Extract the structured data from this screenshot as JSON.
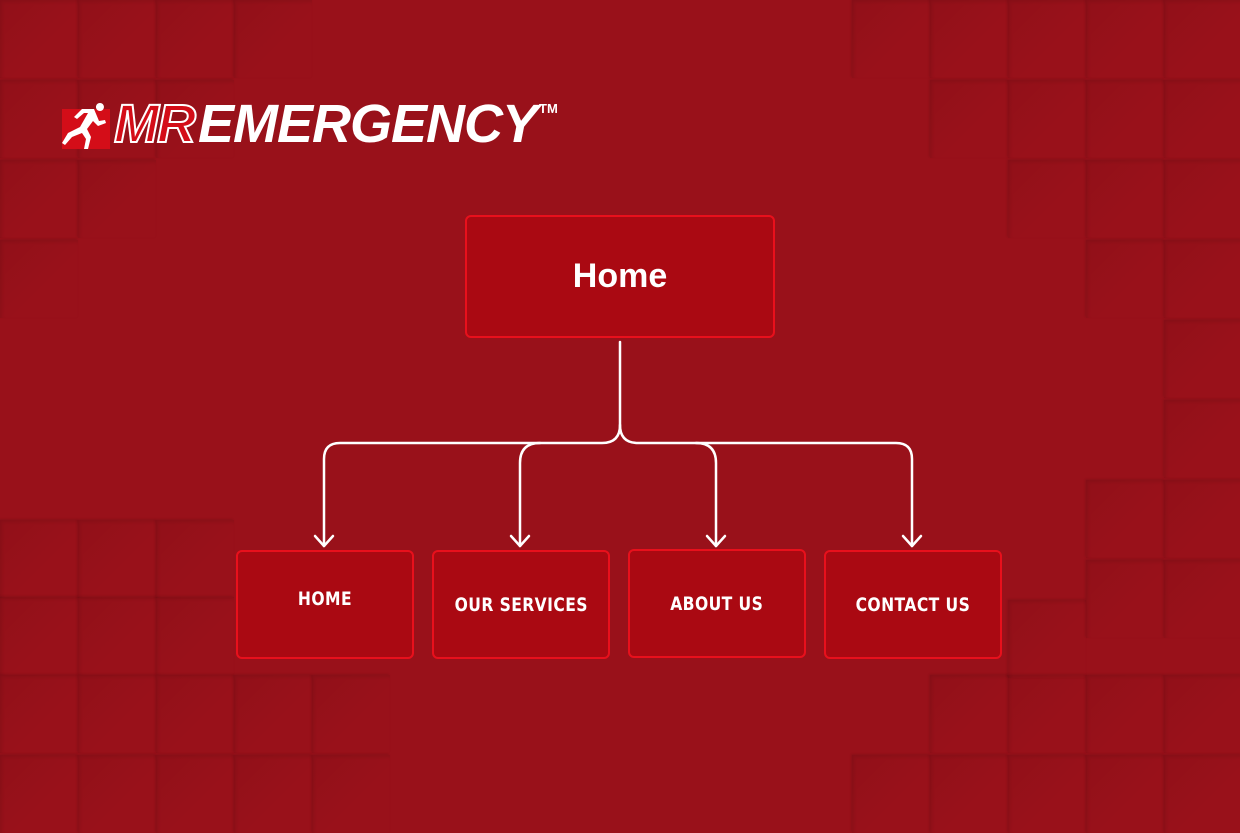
{
  "logo": {
    "mr": "MR",
    "emergency": "EMERGENCY",
    "trademark": "TM",
    "icon": "running-man-icon"
  },
  "diagram": {
    "root": {
      "label": "Home"
    },
    "children": [
      {
        "label": "HOME"
      },
      {
        "label": "OUR SERVICES"
      },
      {
        "label": "ABOUT US"
      },
      {
        "label": "CONTACT US"
      }
    ]
  },
  "colors": {
    "background": "#99111a",
    "node_fill": "#aa0912",
    "node_border": "#e8101c",
    "connector": "#ffffff",
    "text": "#ffffff"
  }
}
